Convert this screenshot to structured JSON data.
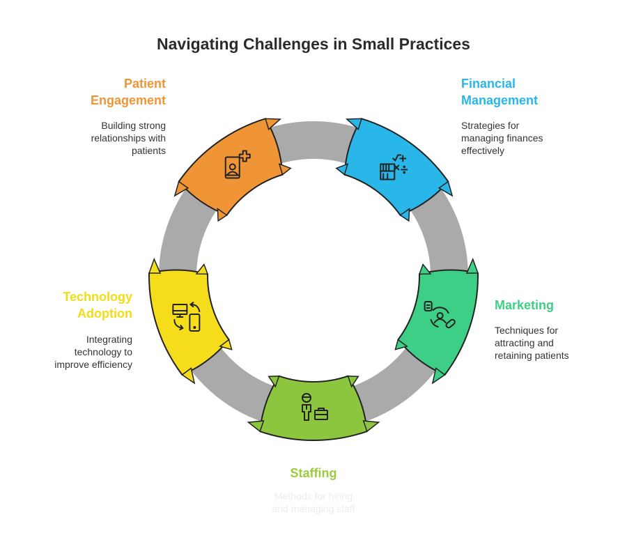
{
  "title": "Navigating Challenges in Small Practices",
  "ring_color": "#aaaaaa",
  "items": [
    {
      "key": "patient",
      "title": "Patient Engagement",
      "title_lines": [
        "Patient",
        "Engagement"
      ],
      "description_lines": [
        "Building strong",
        "relationships with",
        "patients"
      ],
      "color": "#f09536",
      "label_color": "#f09536",
      "icon": "patient-add-icon"
    },
    {
      "key": "financial",
      "title": "Financial Management",
      "title_lines": [
        "Financial",
        "Management"
      ],
      "description_lines": [
        "Strategies for",
        "managing finances",
        "effectively"
      ],
      "color": "#29b6e8",
      "label_color": "#29b6e8",
      "icon": "finance-calculator-icon"
    },
    {
      "key": "marketing",
      "title": "Marketing",
      "title_lines": [
        "Marketing"
      ],
      "description_lines": [
        "Techniques for",
        "attracting and",
        "retaining patients"
      ],
      "color": "#3ecf86",
      "label_color": "#3ecf86",
      "icon": "patient-marketing-icon"
    },
    {
      "key": "staffing",
      "title": "Staffing",
      "title_lines": [
        "Staffing"
      ],
      "description_lines": [
        "Methods for hiring",
        "and managing staff"
      ],
      "color": "#8cc63f",
      "label_color": "#9ccc3c",
      "desc_color": "#f0f0f0",
      "icon": "staff-briefcase-icon"
    },
    {
      "key": "technology",
      "title": "Technology Adoption",
      "title_lines": [
        "Technology",
        "Adoption"
      ],
      "description_lines": [
        "Integrating",
        "technology to",
        "improve efficiency"
      ],
      "color": "#f5dd1c",
      "label_color": "#f2dc16",
      "icon": "device-sync-icon"
    }
  ]
}
